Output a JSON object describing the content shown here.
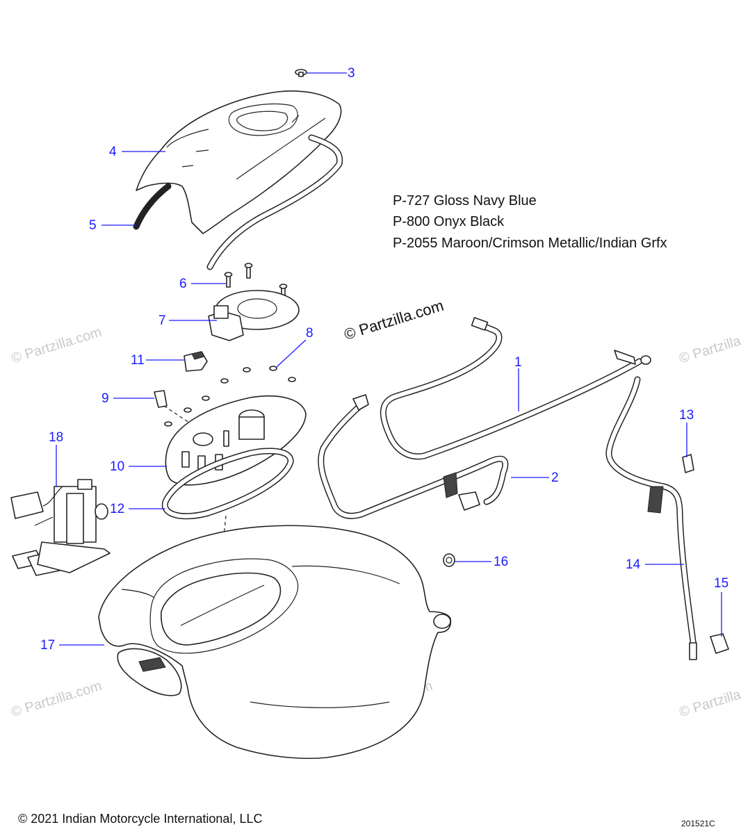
{
  "paint_codes": [
    "P-727 Gloss Navy Blue",
    "P-800 Onyx Black",
    "P-2055 Maroon/Crimson Metallic/Indian Grfx"
  ],
  "callouts": [
    "1",
    "2",
    "3",
    "4",
    "5",
    "6",
    "7",
    "8",
    "9",
    "10",
    "11",
    "12",
    "13",
    "14",
    "15",
    "16",
    "17",
    "18"
  ],
  "watermark_main": "© Partzilla.com",
  "watermark_faint": "© Partzilla.com",
  "footer": {
    "copyright": "© 2021 Indian Motorcycle International, LLC",
    "diagram_code": "201521C"
  },
  "colors": {
    "callout": "#1a1aff",
    "line": "#222222",
    "watermark": "#c9c9c9"
  }
}
